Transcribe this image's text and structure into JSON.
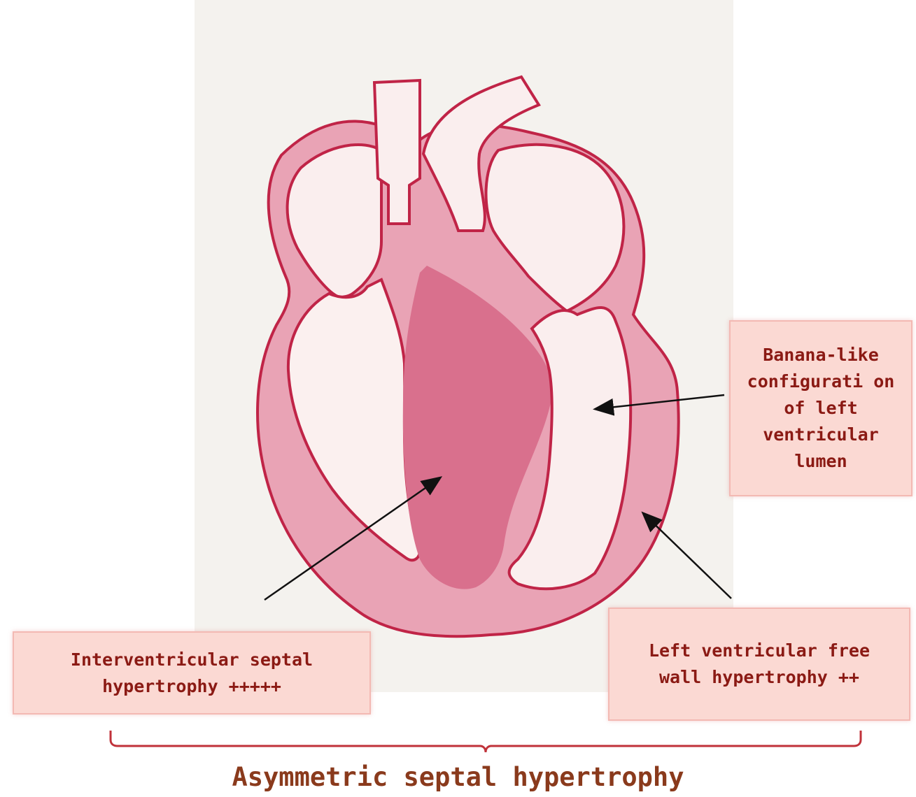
{
  "labels": {
    "banana": "Banana-like configurati on of left ventricular lumen",
    "septal": "Interventricular septal hypertrophy +++++",
    "freewall": "Left ventricular free wall hypertrophy ++"
  },
  "title": "Asymmetric septal hypertrophy",
  "colors": {
    "outline": "#c02447",
    "myocardium": "#e9a3b5",
    "septum": "#d9708d",
    "lumen": "#faeeee",
    "label_bg": "#fbd9d3",
    "label_text": "#8b1a14",
    "title_text": "#8a3a1c",
    "bracket": "#c0323a"
  }
}
